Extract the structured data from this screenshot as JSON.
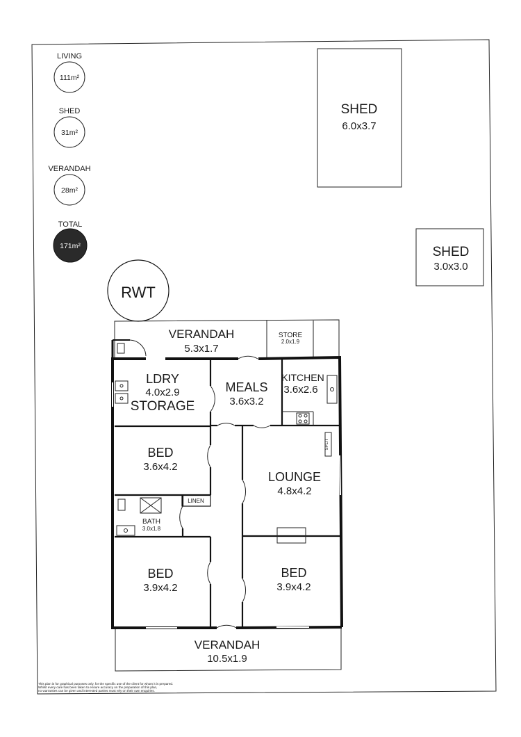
{
  "summary": {
    "living": {
      "label": "LIVING",
      "value": "111m²"
    },
    "shed": {
      "label": "SHED",
      "value": "31m²"
    },
    "verandah": {
      "label": "VERANDAH",
      "value": "28m²"
    },
    "total": {
      "label": "TOTAL",
      "value": "171m²"
    }
  },
  "rwt": "RWT",
  "sheds": [
    {
      "name": "SHED",
      "size": "6.0x3.7"
    },
    {
      "name": "SHED",
      "size": "3.0x3.0"
    }
  ],
  "rooms": {
    "verandah_top": {
      "name": "VERANDAH",
      "size": "5.3x1.7"
    },
    "store": {
      "name": "STORE",
      "size": "2.0x1.9"
    },
    "ldry": {
      "name": "LDRY",
      "size": "4.0x2.9",
      "extra": "STORAGE"
    },
    "meals": {
      "name": "MEALS",
      "size": "3.6x3.2"
    },
    "kitchen": {
      "name": "KITCHEN",
      "size": "3.6x2.6"
    },
    "bed1": {
      "name": "BED",
      "size": "3.6x4.2"
    },
    "lounge": {
      "name": "LOUNGE",
      "size": "4.8x4.2"
    },
    "split": "SPLIT",
    "linen": "LINEN",
    "bath": {
      "name": "BATH",
      "size": "3.0x1.8"
    },
    "bed2": {
      "name": "BED",
      "size": "3.9x4.2"
    },
    "bed3": {
      "name": "BED",
      "size": "3.9x4.2"
    },
    "verandah_bottom": {
      "name": "VERANDAH",
      "size": "10.5x1.9"
    }
  },
  "disclaimer": [
    "This plan is for graphical purposes only, for the specific use of the client for whom it is prepared.",
    "Whilst every care has been taken to ensure accuracy on the preparation of this plan,",
    "no warranties can be given and interested parties must rely on their own enquiries."
  ]
}
